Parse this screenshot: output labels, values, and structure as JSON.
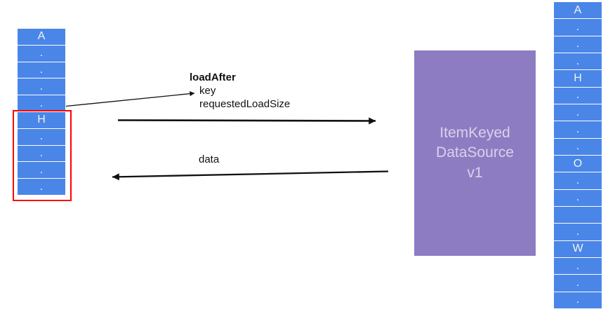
{
  "colors": {
    "list_cell_blue": "#4a86e8",
    "cell_divider_white": "#fdfdfd",
    "cell_text": "#f2f2f2",
    "highlight_red": "#ff0000",
    "datasource_purple": "#8e7cc3",
    "datasource_text": "#d9d2e9",
    "arrow_black": "#111111",
    "background": "#ffffff"
  },
  "left_list": {
    "cells": [
      "A",
      ".",
      ".",
      ".",
      ".",
      "H",
      ".",
      ".",
      ".",
      "."
    ],
    "highlighted_cells": "H through last dot"
  },
  "right_list": {
    "cells": [
      "A",
      ".",
      ".",
      ".",
      "H",
      ".",
      ".",
      ".",
      ".",
      "O",
      ".",
      ".",
      "",
      ".",
      "W",
      ".",
      ".",
      "."
    ]
  },
  "datasource": {
    "lines": [
      "ItemKeyed",
      "DataSource",
      "v1"
    ]
  },
  "request": {
    "title": "loadAfter",
    "params": [
      "key",
      "requestedLoadSize"
    ]
  },
  "response": {
    "label": "data"
  }
}
